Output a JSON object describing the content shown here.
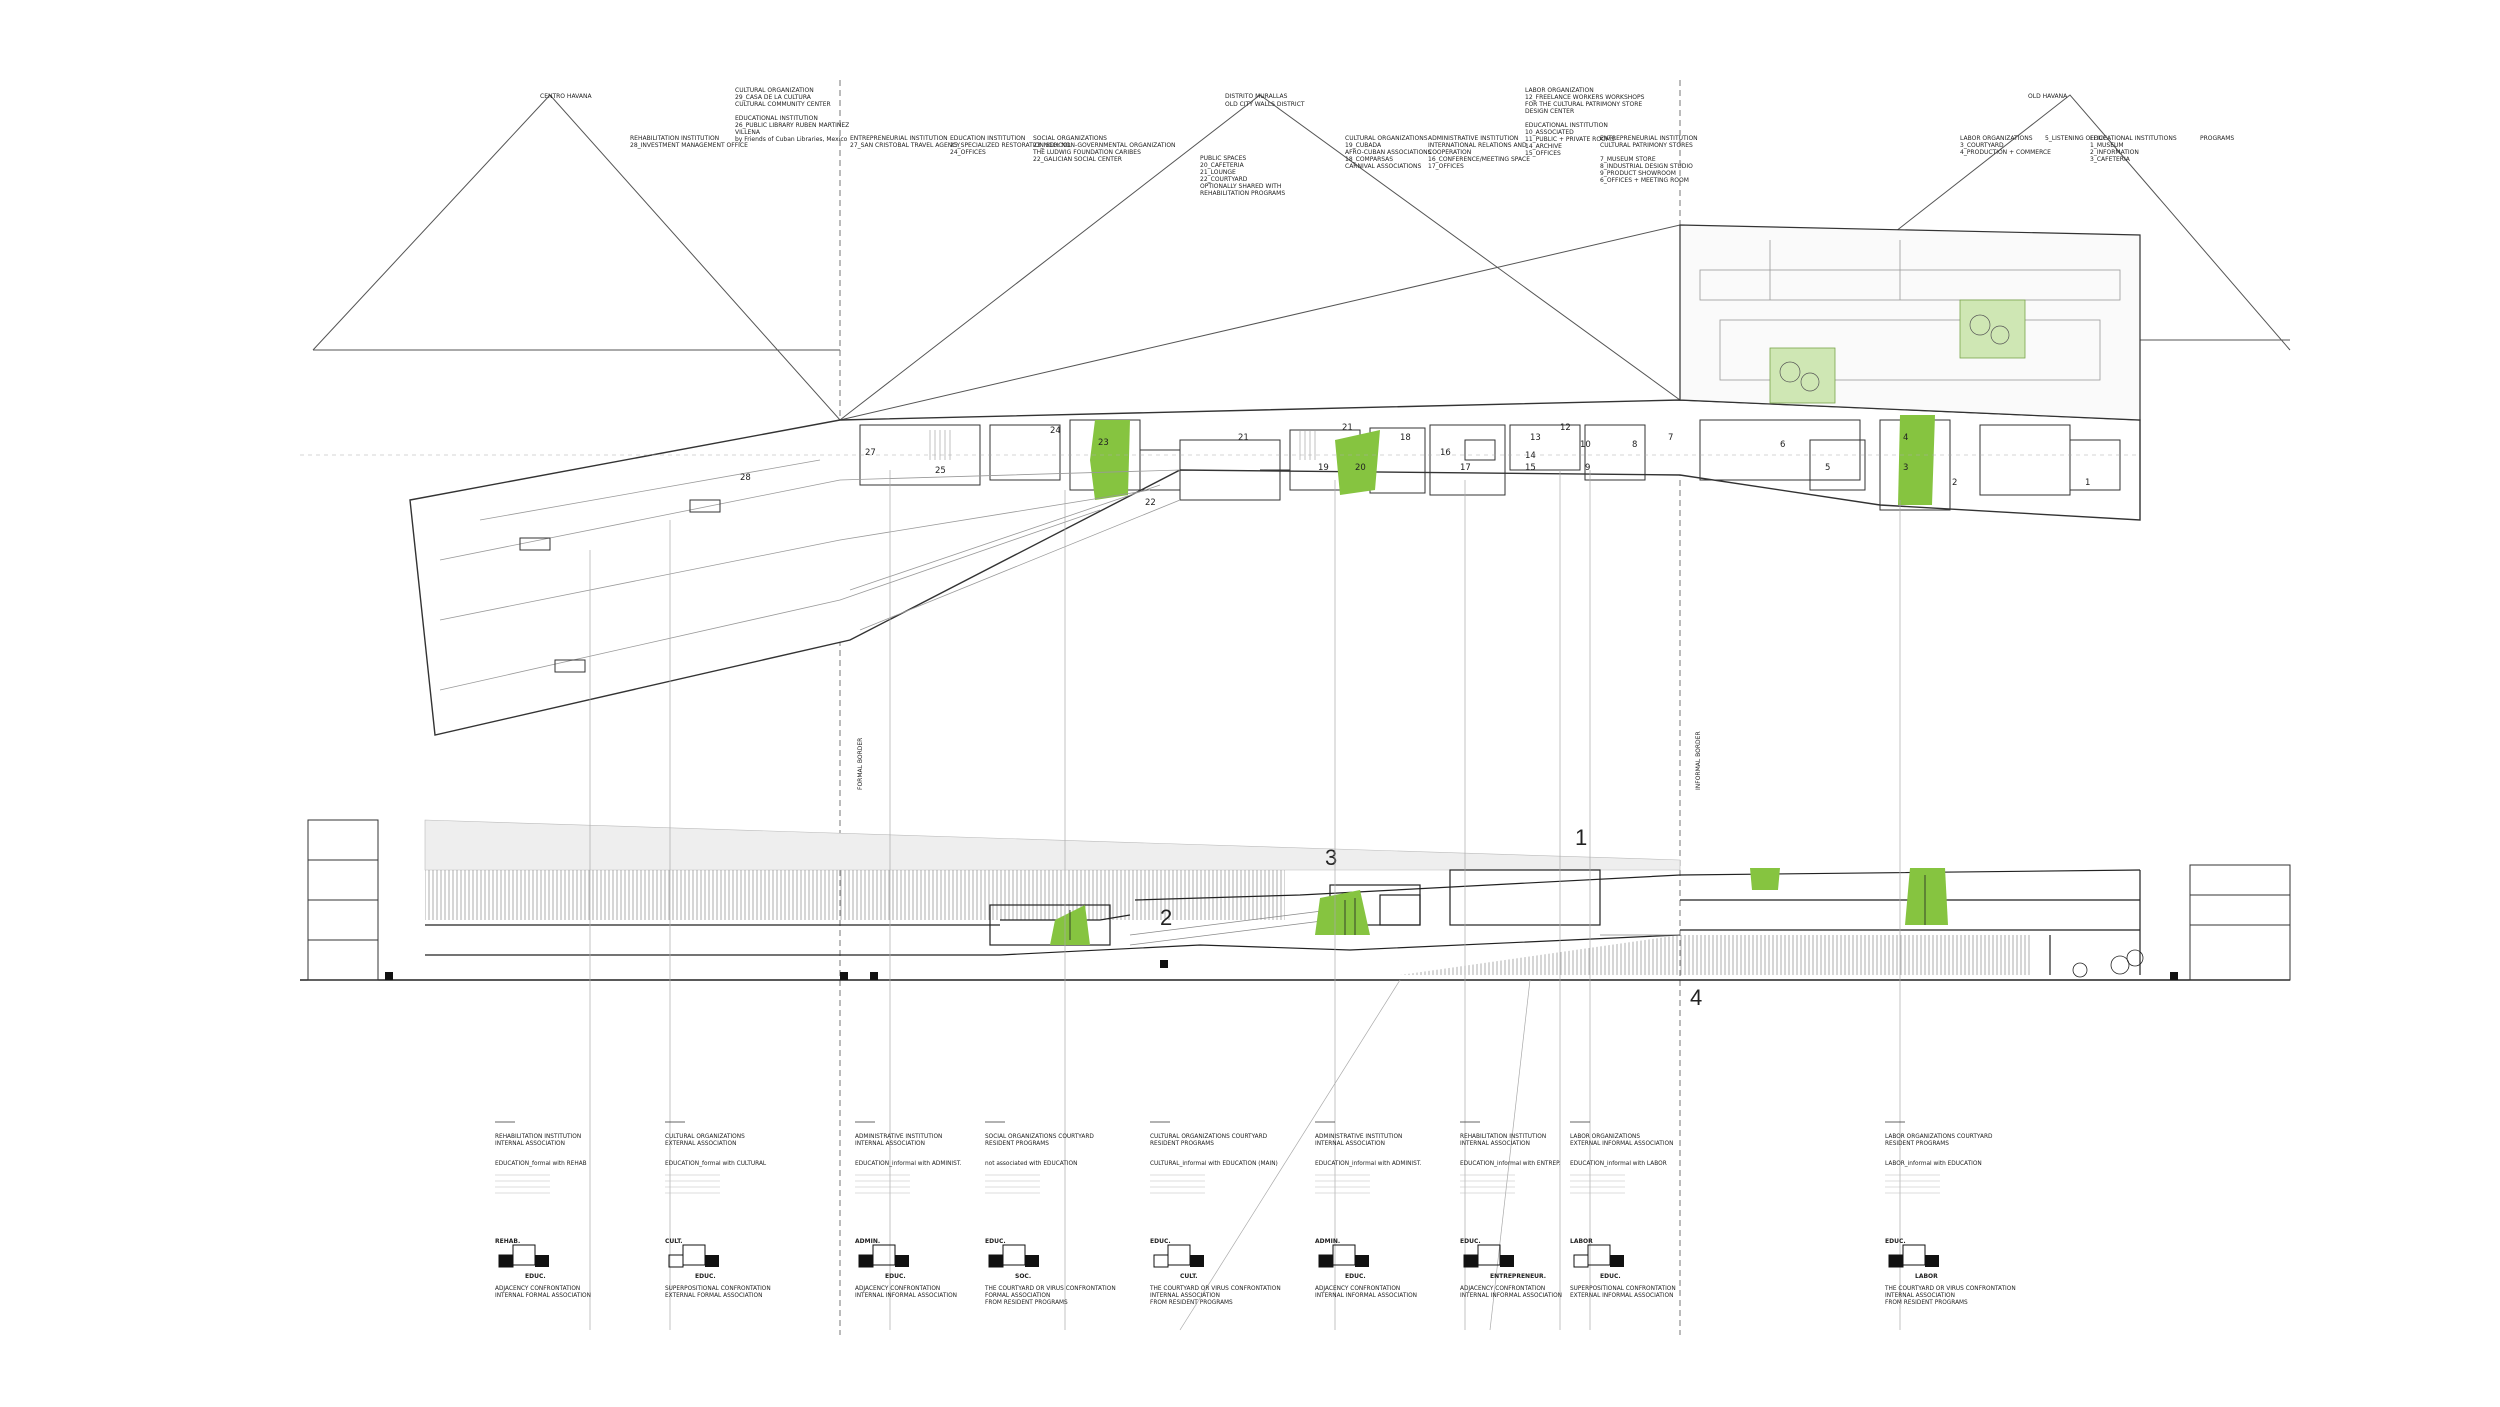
{
  "colors": {
    "line": "#333333",
    "thin": "#888888",
    "green": "#86c440",
    "lightgreen": "#cfe7b4",
    "black": "#111111"
  },
  "header": {
    "districts": [
      {
        "label": "CENTRO HAVANA"
      },
      {
        "label": "DISTRITO MURALLAS",
        "sub": "OLD CITY WALLS DISTRICT"
      },
      {
        "label": "OLD HAVANA"
      }
    ],
    "blocks": [
      {
        "lines": [
          "REHABILITATION INSTITUTION",
          "28_INVESTMENT MANAGEMENT OFFICE"
        ]
      },
      {
        "lines": [
          "CULTURAL ORGANIZATION",
          "29_CASA DE LA CULTURA",
          "CULTURAL COMMUNITY CENTER",
          "",
          "EDUCATIONAL INSTITUTION",
          "26_PUBLIC LIBRARY RUBEN MARTINEZ",
          "VILLENA",
          "by Friends of Cuban Libraries, Mexico"
        ]
      },
      {
        "lines": [
          "ENTREPRENEURIAL INSTITUTION",
          "27_SAN CRISTOBAL TRAVEL AGENCY"
        ]
      },
      {
        "lines": [
          "EDUCATION INSTITUTION",
          "25_SPECIALIZED RESTORATION SCHOOL",
          "24_OFFICES"
        ]
      },
      {
        "lines": [
          "SOCIAL ORGANIZATIONS",
          "23_NGO: NON-GOVERNMENTAL ORGANIZATION",
          "THE LUDWIG FOUNDATION CARIBES",
          "22_GALICIAN SOCIAL CENTER"
        ]
      },
      {
        "lines": [
          "PUBLIC SPACES",
          "20_CAFETERIA",
          "21_LOUNGE",
          "22_COURTYARD",
          "OPTIONALLY SHARED WITH",
          "REHABILITATION PROGRAMS"
        ]
      },
      {
        "lines": [
          "CULTURAL ORGANIZATIONS",
          "19_CUBADA",
          "AFRO-CUBAN ASSOCIATIONS",
          "18_COMPARSAS",
          "CARNIVAL ASSOCIATIONS"
        ]
      },
      {
        "lines": [
          "ADMINISTRATIVE INSTITUTION",
          "INTERNATIONAL RELATIONS AND",
          "COOPERATION",
          "16_CONFERENCE/MEETING SPACE",
          "17_OFFICES"
        ]
      },
      {
        "lines": [
          "LABOR ORGANIZATION",
          "12_FREELANCE WORKERS WORKSHOPS",
          "FOR THE CULTURAL PATRIMONY STORE",
          "DESIGN CENTER",
          "",
          "EDUCATIONAL INSTITUTION",
          "10_ASSOCIATED",
          "11_PUBLIC + PRIVATE ROOMS",
          "14_ARCHIVE",
          "15_OFFICES"
        ]
      },
      {
        "lines": [
          "ENTREPRENEURIAL INSTITUTION",
          "CULTURAL PATRIMONY STORES",
          "",
          "7_MUSEUM STORE",
          "8_INDUSTRIAL DESIGN STUDIO",
          "9_PRODUCT SHOWROOM",
          "6_OFFICES + MEETING ROOM"
        ]
      },
      {
        "lines": [
          "LABOR ORGANIZATIONS",
          "3_COURTYARD",
          "4_PRODUCTION + COMMERCE"
        ]
      },
      {
        "lines": [
          "5_LISTENING OFFICE"
        ]
      },
      {
        "lines": [
          "EDUCATIONAL INSTITUTIONS",
          "1_MUSEUM",
          "2_INFORMATION",
          "3_CAFETERIA"
        ]
      },
      {
        "lines": [
          "PROGRAMS"
        ]
      }
    ]
  },
  "plan": {
    "rooms": [
      "1",
      "2",
      "3",
      "4",
      "5",
      "6",
      "7",
      "8",
      "9",
      "10",
      "12",
      "13",
      "14",
      "15",
      "16",
      "17",
      "18",
      "19",
      "20",
      "21",
      "21",
      "22",
      "23",
      "24",
      "25",
      "27",
      "28"
    ]
  },
  "section": {
    "vertical_labels": [
      "FORMAL BORDER",
      "INFORMAL BORDER"
    ],
    "numbers": [
      "1",
      "2",
      "3",
      "4"
    ]
  },
  "bottom": {
    "columns": [
      {
        "title": [
          "REHABILITATION INSTITUTION",
          "INTERNAL ASSOCIATION"
        ],
        "rel": "EDUCATION_formal with REHAB",
        "d1": "REHAB.",
        "d2": "EDUC.",
        "cap": [
          "ADJACENCY CONFRONTATION",
          "INTERNAL FORMAL ASSOCIATION"
        ]
      },
      {
        "title": [
          "CULTURAL ORGANIZATIONS",
          "EXTERNAL ASSOCIATION"
        ],
        "rel": "EDUCATION_formal with CULTURAL",
        "d1": "CULT.",
        "d2": "EDUC.",
        "cap": [
          "SUPERPOSITIONAL CONFRONTATION",
          "EXTERNAL FORMAL ASSOCIATION"
        ]
      },
      {
        "title": [
          "ADMINISTRATIVE INSTITUTION",
          "INTERNAL ASSOCIATION"
        ],
        "rel": "EDUCATION_informal with ADMINIST.",
        "d1": "ADMIN.",
        "d2": "EDUC.",
        "cap": [
          "ADJACENCY CONFRONTATION",
          "INTERNAL INFORMAL ASSOCIATION"
        ]
      },
      {
        "title": [
          "SOCIAL ORGANIZATIONS COURTYARD",
          "RESIDENT PROGRAMS"
        ],
        "rel": "not associated with EDUCATION",
        "d1": "EDUC.",
        "d2": "SOC.",
        "cap": [
          "THE COURTYARD OR VIRUS CONFRONTATION",
          "FORMAL ASSOCIATION",
          "FROM RESIDENT PROGRAMS"
        ]
      },
      {
        "title": [
          "CULTURAL ORGANIZATIONS COURTYARD",
          "RESIDENT PROGRAMS"
        ],
        "rel": "CULTURAL_informal with EDUCATION (MAIN)",
        "d1": "EDUC.",
        "d2": "CULT.",
        "cap": [
          "THE COURTYARD OR VIRUS CONFRONTATION",
          "INTERNAL ASSOCIATION",
          "FROM RESIDENT PROGRAMS"
        ]
      },
      {
        "title": [
          "ADMINISTRATIVE INSTITUTION",
          "INTERNAL ASSOCIATION"
        ],
        "rel": "EDUCATION_informal with ADMINIST.",
        "d1": "ADMIN.",
        "d2": "EDUC.",
        "cap": [
          "ADJACENCY CONFRONTATION",
          "INTERNAL INFORMAL ASSOCIATION"
        ]
      },
      {
        "title": [
          "REHABILITATION INSTITUTION",
          "INTERNAL ASSOCIATION"
        ],
        "rel": "EDUCATION_informal with ENTREP.",
        "d1": "EDUC.",
        "d2": "ENTREPRENEUR.",
        "cap": [
          "ADJACENCY CONFRONTATION",
          "INTERNAL INFORMAL ASSOCIATION"
        ]
      },
      {
        "title": [
          "LABOR ORGANIZATIONS",
          "EXTERNAL INFORMAL ASSOCIATION"
        ],
        "rel": "EDUCATION_informal with LABOR",
        "d1": "LABOR",
        "d2": "EDUC.",
        "cap": [
          "SUPERPOSITIONAL CONFRONTATION",
          "EXTERNAL INFORMAL ASSOCIATION"
        ]
      },
      {
        "title": [
          "LABOR ORGANIZATIONS COURTYARD",
          "RESIDENT PROGRAMS"
        ],
        "rel": "LABOR_informal with EDUCATION",
        "d1": "EDUC.",
        "d2": "LABOR",
        "cap": [
          "THE COURTYARD OR VIRUS CONFRONTATION",
          "INTERNAL ASSOCIATION",
          "FROM RESIDENT PROGRAMS"
        ]
      }
    ]
  }
}
